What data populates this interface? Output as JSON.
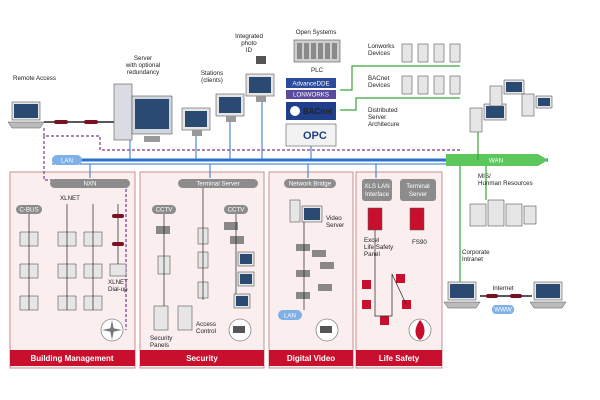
{
  "labels": {
    "remote_access": "Remote Access",
    "server": "Server with optional redundancy",
    "stations": "Stations (clients)",
    "integrated_photo_id": "Integrated photo ID",
    "open_systems": "Open Systems",
    "plc": "PLC",
    "advance_dde": "AdvanceDDE",
    "lonworks_banner": "LONWORKS",
    "bacnet_logo": "BACnet",
    "opc_logo": "OPC",
    "lonworks_devices": "Lonworks Devices",
    "bacnet_devices": "BACnet Devices",
    "distributed_server": "Distributed Server Architecure",
    "lan_top": "LAN",
    "wan": "WAN",
    "mis": "MIS/ Hunman Resources",
    "corporate_intranet": "Corporate Intranet",
    "internet": "Internet",
    "www": "WWW",
    "cbus": "C-BUS",
    "nxn": "NXN",
    "xlnet": "XLNET",
    "xlnet_dialup": "XLNET Dial-up",
    "cctv_1": "CCTV",
    "cctv_2": "CCTV",
    "terminal_server_1": "Terminal Server",
    "security_panels": "Security Panels",
    "access_control": "Access Control",
    "network_bridge": "Network Bridge",
    "video_server": "Video Server",
    "lan_bottom": "LAN",
    "xls_lan_interface": "XLS LAN Interface",
    "terminal_server_2": "Terminal Server",
    "excel_life_safety": "Excel Life Safety Panel",
    "fs90": "FS90"
  },
  "sections": [
    "Building Management",
    "Security",
    "Digital Video",
    "Life Safety"
  ],
  "colors": {
    "bus_blue": "#2b73c8",
    "section_red": "#c8102e",
    "wan_green": "#3aa33a",
    "dial_purple": "#7a3b8f"
  }
}
